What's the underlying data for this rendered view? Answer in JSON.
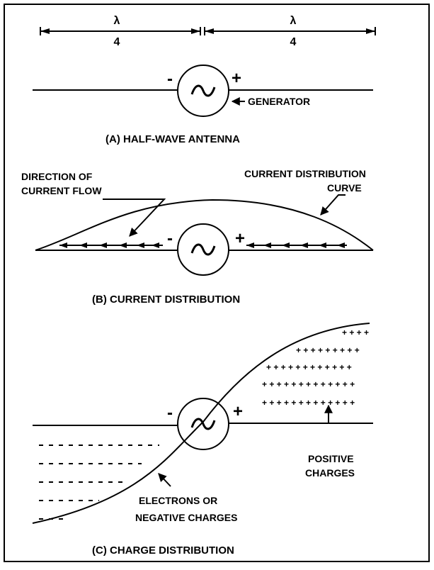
{
  "panel_a": {
    "lambda_symbol": "λ",
    "divisor": "4",
    "minus": "-",
    "plus": "+",
    "generator_label": "GENERATOR",
    "caption": "(A) HALF-WAVE ANTENNA"
  },
  "panel_b": {
    "direction_label_line1": "DIRECTION OF",
    "direction_label_line2": "CURRENT FLOW",
    "curve_label_line1": "CURRENT DISTRIBUTION",
    "curve_label_line2": "CURVE",
    "minus": "-",
    "plus": "+",
    "caption": "(B) CURRENT DISTRIBUTION"
  },
  "panel_c": {
    "minus": "-",
    "plus": "+",
    "positive_label_line1": "POSITIVE",
    "positive_label_line2": "CHARGES",
    "negative_label_line1": "ELECTRONS OR",
    "negative_label_line2": "NEGATIVE CHARGES",
    "caption": "(C) CHARGE DISTRIBUTION"
  }
}
